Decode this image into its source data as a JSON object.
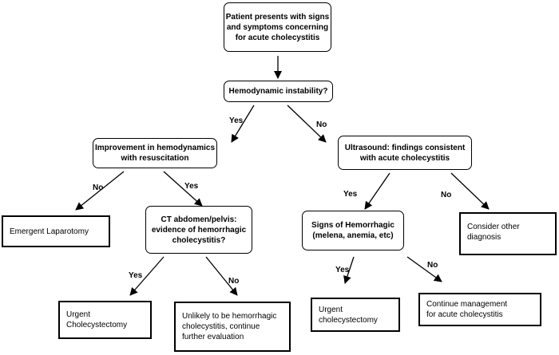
{
  "nodes": {
    "start": "Patient presents with signs\nand symptoms concerning\nfor acute cholecystitis",
    "hemo_instability": "Hemodynamic instability?",
    "improvement": "Improvement in hemodynamics\nwith resuscitation",
    "ultrasound": "Ultrasound: findings consistent\nwith acute cholecystitis",
    "emergent_laparotomy": "Emergent Laparotomy",
    "ct": "CT abdomen/pelvis:\nevidence of hemorrhagic\ncholecystitis?",
    "signs_hemorrhagic": "Signs of Hemorrhagic\n(melena, anemia, etc)",
    "consider_other": "Consider other\ndiagnosis",
    "urgent_chole_left": "Urgent\nCholecystectomy",
    "unlikely": "Unlikely to be hemorrhagic\ncholecystitis, continue\nfurther evaluation",
    "urgent_chole_right": "Urgent\ncholecystectomy",
    "continue_mgmt": "Continue management\nfor acute cholecystitis"
  },
  "labels": {
    "yes": "Yes",
    "no": "No"
  }
}
